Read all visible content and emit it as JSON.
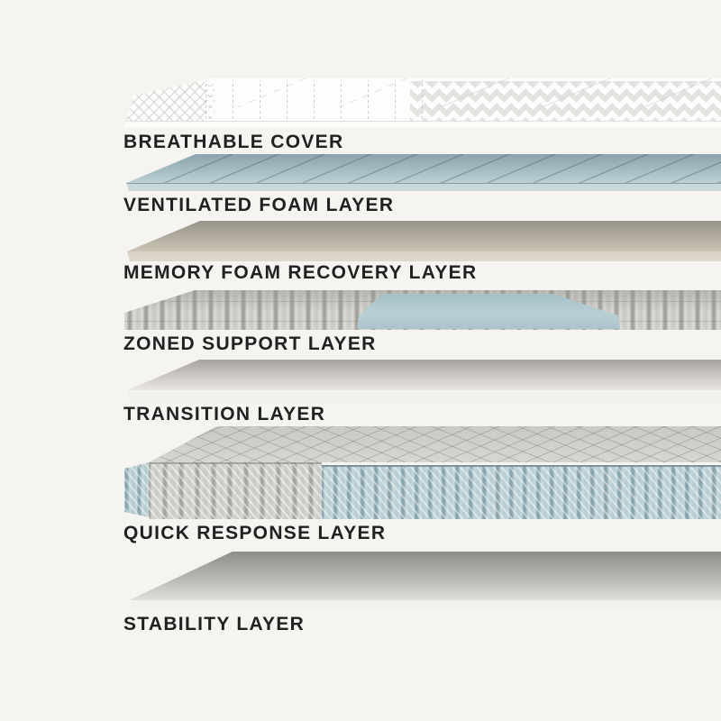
{
  "diagram": {
    "subject": "mattress-layer-stack",
    "layers": [
      {
        "name": "breathable-cover",
        "label": "BREATHABLE COVER"
      },
      {
        "name": "ventilated-foam",
        "label": "VENTILATED FOAM LAYER"
      },
      {
        "name": "memory-foam-recovery",
        "label": "MEMORY FOAM RECOVERY LAYER"
      },
      {
        "name": "zoned-support",
        "label": "ZONED SUPPORT LAYER"
      },
      {
        "name": "transition",
        "label": "TRANSITION LAYER"
      },
      {
        "name": "quick-response",
        "label": "QUICK RESPONSE LAYER"
      },
      {
        "name": "stability",
        "label": "STABILITY LAYER"
      }
    ]
  },
  "colors": {
    "bg": "#f6f4f1",
    "label": "#222021",
    "blue-top-dark": "#8aa3ac",
    "blue-top-light": "#bcd0d5",
    "blue-face": "#c8d8db",
    "foam-dark": "#99948a",
    "foam-light": "#cbc5b6",
    "foam-face": "#d7d2c3",
    "rib-dark": "#a3a19c",
    "rib-light": "#dedcd7",
    "zone-blue-dark": "#a0bdc5",
    "zone-blue-light": "#b9d0d5",
    "trans-dark": "#a7a49f",
    "trans-light": "#e9e7e2",
    "white-face": "#f2f1ed",
    "coil-grey-dark": "#a5a39e",
    "coil-grey-light": "#d9d7d2",
    "coil-blue-dark": "#87a3ab",
    "coil-blue-light": "#c6d9dd",
    "stab-dark": "#8f8d89",
    "stab-light": "#e2e0db"
  }
}
